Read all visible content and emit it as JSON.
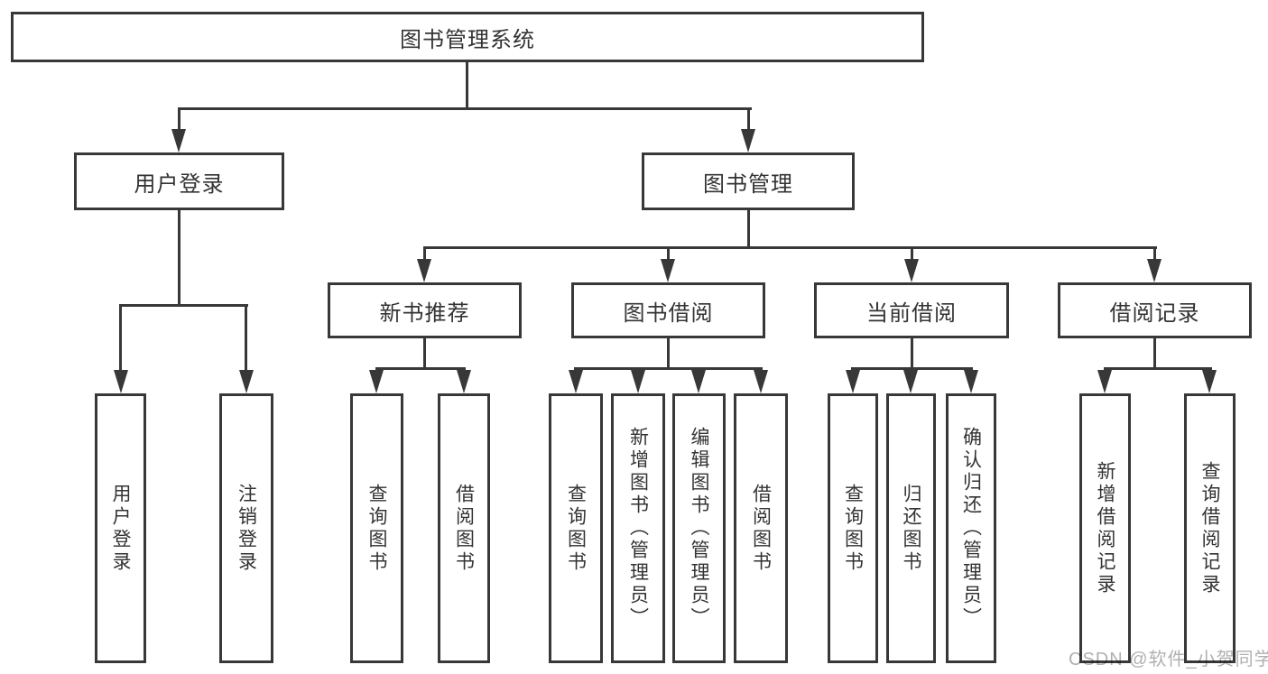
{
  "colors": {
    "line": "#383838",
    "text": "#333333",
    "background": "#ffffff",
    "watermark": "#b0b0b0"
  },
  "nodes": {
    "root": {
      "label": "图书管理系统"
    },
    "user_login": {
      "label": "用户登录",
      "children": {
        "login": {
          "label": "用户登录"
        },
        "logout": {
          "label": "注销登录"
        }
      }
    },
    "book_management": {
      "label": "图书管理",
      "children": {
        "new_book_recommend": {
          "label": "新书推荐",
          "children": {
            "query_books": {
              "label": "查询图书"
            },
            "borrow_books": {
              "label": "借阅图书"
            }
          }
        },
        "book_borrowing": {
          "label": "图书借阅",
          "children": {
            "query_books": {
              "label": "查询图书"
            },
            "add_books": {
              "label": "新增图书（管理员）"
            },
            "edit_books": {
              "label": "编辑图书（管理员）"
            },
            "borrow_books": {
              "label": "借阅图书"
            }
          }
        },
        "current_borrowing": {
          "label": "当前借阅",
          "children": {
            "query_books": {
              "label": "查询图书"
            },
            "return_books": {
              "label": "归还图书"
            },
            "confirm_return": {
              "label": "确认归还（管理员）"
            }
          }
        },
        "borrowing_records": {
          "label": "借阅记录",
          "children": {
            "add_record": {
              "label": "新增借阅记录"
            },
            "query_record": {
              "label": "查询借阅记录"
            }
          }
        }
      }
    }
  },
  "watermark": {
    "text": "CSDN @软件_小贺同学"
  }
}
